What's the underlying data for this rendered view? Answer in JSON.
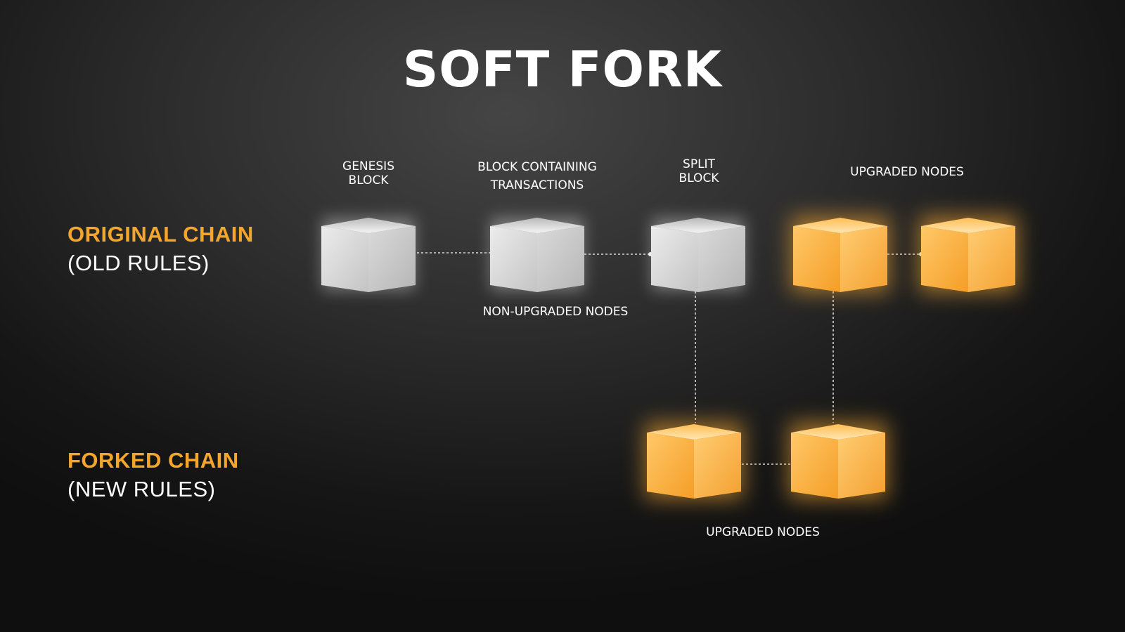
{
  "title": "SOFT FORK",
  "chains": {
    "original": {
      "name": "ORIGINAL CHAIN",
      "rules": "(OLD RULES)"
    },
    "forked": {
      "name": "FORKED CHAIN",
      "rules": "(NEW RULES)"
    }
  },
  "labels": {
    "genesis": "GENESIS\nBLOCK",
    "containing": "BLOCK CONTAINING\nTRANSACTIONS",
    "split": "SPLIT\nBLOCK",
    "upgraded_top": "UPGRADED NODES",
    "non_upgraded": "NON-UPGRADED NODES",
    "upgraded_bottom": "UPGRADED NODES"
  },
  "colors": {
    "accent": "#f4a52c",
    "gray_block": "#d6d6d6",
    "orange_block": "#f6a733"
  }
}
